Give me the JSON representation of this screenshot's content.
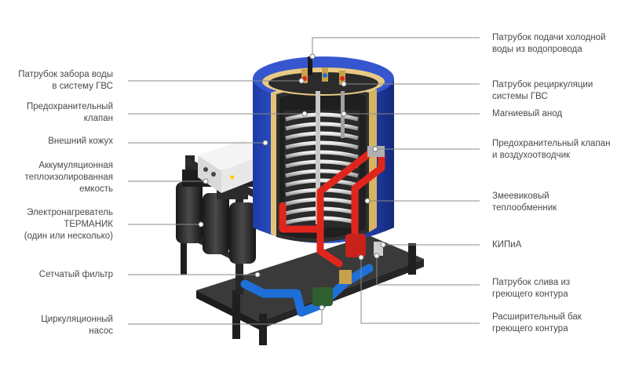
{
  "left_labels": [
    "Патрубок забора воды\nв систему ГВС",
    "Предохранительный\nклапан",
    "Внешний кожух",
    "Аккумуляционная\nтеплоизолированная\nемкость",
    "Электронагреватель\nТЕРМАНИК\n(один или несколько)",
    "Сетчатый фильтр",
    "Циркуляционный\nнасос"
  ],
  "right_labels": [
    "Патрубок подачи холодной\nводы из водопровода",
    "Патрубок рециркуляции\nсистемы ГВС",
    "Магниевый анод",
    "Предохранительный клапан\nи воздухоотводчик",
    "Змеевиковый\nтеплообменник",
    "КИПиА",
    "Патрубок слива из\nгреющего контура",
    "Расширительный бак\nгреющего контура"
  ],
  "colors": {
    "tank_blue": "#2f55c8",
    "insulation": "#e3c27a",
    "pipe_red": "#e0261c",
    "pipe_blue": "#1e6fd8",
    "frame": "#2a2a2a",
    "leader": "#8a8a8a"
  }
}
